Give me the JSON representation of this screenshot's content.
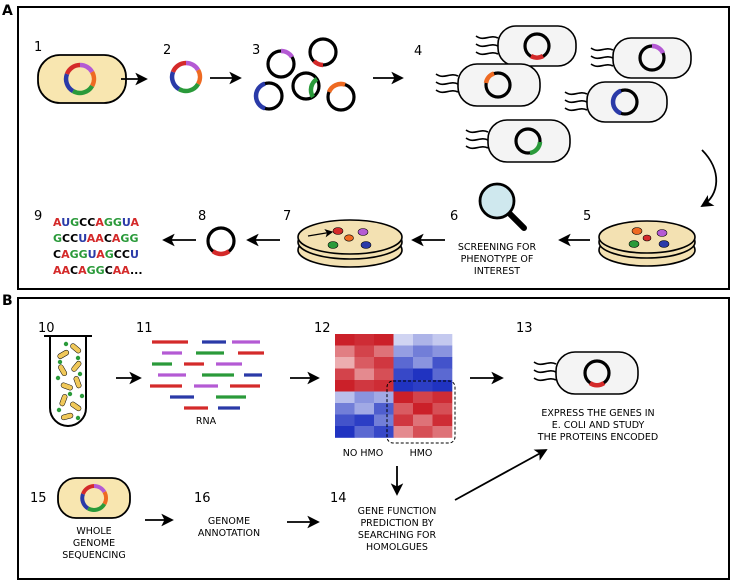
{
  "panels": {
    "a": {
      "letter": "A",
      "steps": [
        "1",
        "2",
        "3",
        "4",
        "5",
        "6",
        "7",
        "8",
        "9"
      ],
      "screening_lines": [
        "SCREENING FOR",
        "PHENOTYPE OF",
        "INTEREST"
      ],
      "sequence": [
        [
          {
            "t": "A",
            "c": "red"
          },
          {
            "t": "U",
            "c": "blue"
          },
          {
            "t": "G",
            "c": "green"
          },
          {
            "t": "C",
            "c": "black"
          },
          {
            "t": "C",
            "c": "black"
          },
          {
            "t": "A",
            "c": "red"
          },
          {
            "t": "G",
            "c": "green"
          },
          {
            "t": "G",
            "c": "green"
          },
          {
            "t": "U",
            "c": "blue"
          },
          {
            "t": "A",
            "c": "red"
          }
        ],
        [
          {
            "t": "G",
            "c": "green"
          },
          {
            "t": "C",
            "c": "black"
          },
          {
            "t": "C",
            "c": "black"
          },
          {
            "t": "U",
            "c": "blue"
          },
          {
            "t": "A",
            "c": "red"
          },
          {
            "t": "A",
            "c": "red"
          },
          {
            "t": "C",
            "c": "black"
          },
          {
            "t": "A",
            "c": "red"
          },
          {
            "t": "G",
            "c": "green"
          },
          {
            "t": "G",
            "c": "green"
          }
        ],
        [
          {
            "t": "C",
            "c": "black"
          },
          {
            "t": "A",
            "c": "red"
          },
          {
            "t": "G",
            "c": "green"
          },
          {
            "t": "G",
            "c": "green"
          },
          {
            "t": "U",
            "c": "blue"
          },
          {
            "t": "A",
            "c": "red"
          },
          {
            "t": "G",
            "c": "green"
          },
          {
            "t": "C",
            "c": "black"
          },
          {
            "t": "C",
            "c": "black"
          },
          {
            "t": "U",
            "c": "blue"
          }
        ],
        [
          {
            "t": "A",
            "c": "red"
          },
          {
            "t": "A",
            "c": "red"
          },
          {
            "t": "C",
            "c": "black"
          },
          {
            "t": "A",
            "c": "red"
          },
          {
            "t": "G",
            "c": "green"
          },
          {
            "t": "G",
            "c": "green"
          },
          {
            "t": "C",
            "c": "black"
          },
          {
            "t": "A",
            "c": "red"
          },
          {
            "t": "A",
            "c": "red"
          },
          {
            "t": "...",
            "c": "black"
          }
        ]
      ]
    },
    "b": {
      "letter": "B",
      "steps": [
        "10",
        "11",
        "12",
        "13",
        "14",
        "15",
        "16"
      ],
      "rna_label": "RNA",
      "heatmap_labels": [
        "NO HMO",
        "HMO"
      ],
      "express_lines": [
        "EXPRESS THE GENES IN",
        "E. COLI AND STUDY",
        "THE PROTEINS ENCODED"
      ],
      "gene_function_lines": [
        "GENE FUNCTION",
        "PREDICTION BY",
        "SEARCHING FOR",
        "HOMOLGUES"
      ],
      "wgs_lines": [
        "WHOLE",
        "GENOME",
        "SEQUENCING"
      ],
      "annotation_lines": [
        "GENOME",
        "ANNOTATION"
      ]
    }
  },
  "colors": {
    "red": "#d42a2a",
    "green": "#2a9a3a",
    "blue": "#2a3aa8",
    "purple": "#b45ad4",
    "orange": "#ee6a22",
    "cell_fill": "#f8e6b0",
    "pill_fill": "#f4f4f4",
    "plate_fill": "#f3e1b2",
    "bacteria_fill": "#f0c85a",
    "magnifier_lens": "#cfe8ee"
  }
}
